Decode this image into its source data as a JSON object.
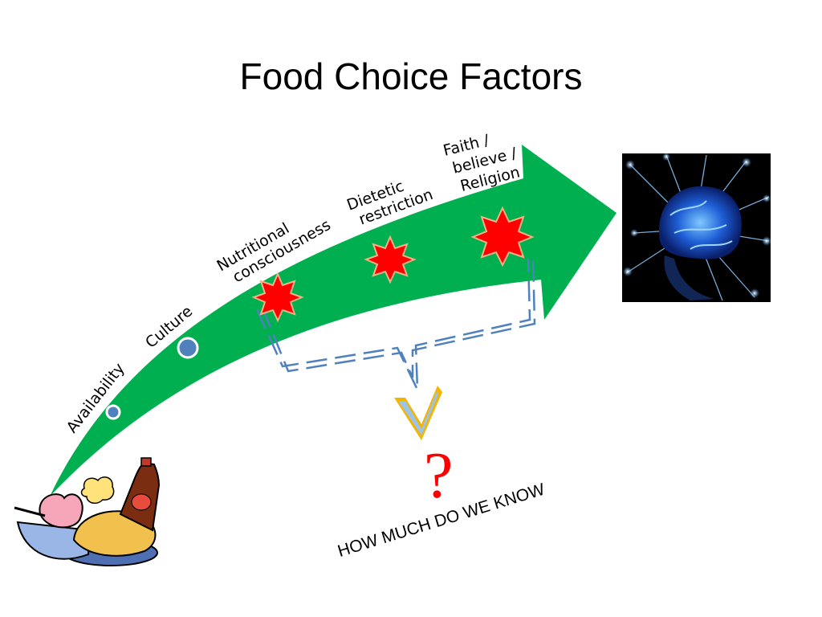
{
  "title": "Food Choice Factors",
  "stages": [
    {
      "label_lines": [
        "Availability"
      ],
      "marker": "small-circle"
    },
    {
      "label_lines": [
        "Culture"
      ],
      "marker": "circle"
    },
    {
      "label_lines": [
        "Nutritional",
        "consciousness"
      ],
      "marker": "star-burst"
    },
    {
      "label_lines": [
        "Dietetic",
        "restriction"
      ],
      "marker": "star-burst"
    },
    {
      "label_lines": [
        "Faith /",
        "believe /",
        "Religion"
      ],
      "marker": "star-burst"
    }
  ],
  "question_mark": "?",
  "footer_question": "HOW MUCH DO WE KNOW",
  "images": {
    "left": "cartoon-food-illustration",
    "right": "glowing-brain-illustration"
  },
  "colors": {
    "arrow": "#00B050",
    "circle_marker": "#4F81BD",
    "star_fill": "#FF0000",
    "star_outline": "#F4B183",
    "question_mark": "#FF0000",
    "bracket": "#4F81BD",
    "chevron": "#F4B400"
  }
}
